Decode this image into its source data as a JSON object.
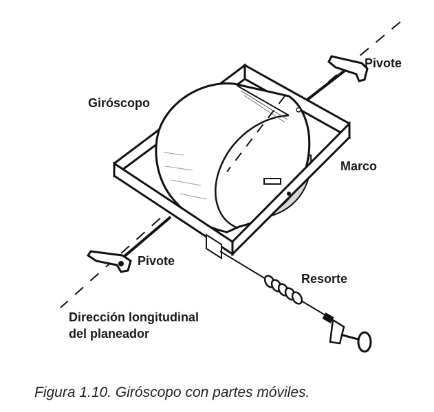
{
  "labels": {
    "giroscopo": "Giróscopo",
    "pivote_top": "Pivote",
    "marco": "Marco",
    "pivote_bottom": "Pivote",
    "resorte": "Resorte",
    "direccion_line1": "Dirección longitudinal",
    "direccion_line2": "del planeador"
  },
  "caption": "Figura 1.10. Giróscopo con partes móviles."
}
